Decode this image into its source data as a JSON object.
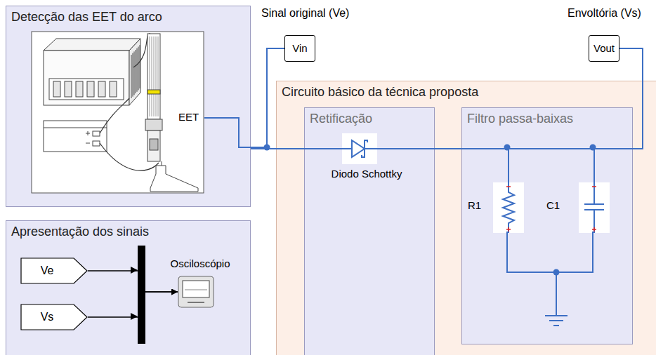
{
  "diagram": {
    "nodes": [
      {
        "text": [
          "Detecção das EET do arco"
        ]
      },
      {
        "text": [
          "Apresentação dos sinais"
        ]
      },
      {
        "text": [
          "Ve"
        ],
        "in": 1
      },
      {
        "text": [
          "Vs"
        ],
        "in": 1
      },
      {
        "text": [
          "Osciloscópio"
        ],
        "in": 1
      },
      {
        "text": [
          "Sinal original (Ve)",
          "Vin"
        ]
      },
      {
        "text": [
          "Envoltória (Vs)",
          "Vout"
        ]
      },
      {
        "text": [
          "Circuito básico da técnica proposta"
        ]
      },
      {
        "text": [
          "Retificação"
        ],
        "in": 7
      },
      {
        "text": [
          "Diodo Schottky"
        ],
        "in": 8
      },
      {
        "text": [
          "Filtro passa-baixas"
        ],
        "in": 7
      },
      {
        "text": [
          "R1"
        ],
        "in": 10
      },
      {
        "text": [
          "C1"
        ],
        "in": 10
      }
    ],
    "edges": [
      {
        "from": 0,
        "to": 5,
        "arrow": "none"
      },
      {
        "from": 0,
        "to": 9,
        "arrow": "none"
      },
      {
        "from": 9,
        "to": 11,
        "arrow": "none"
      },
      {
        "from": 9,
        "to": 12,
        "arrow": "none"
      },
      {
        "from": 9,
        "to": 6,
        "arrow": "none"
      },
      {
        "from": 2,
        "to": 4,
        "arrow": "to"
      },
      {
        "from": 3,
        "to": 4,
        "arrow": "to"
      }
    ],
    "labels": [
      "EET"
    ]
  }
}
